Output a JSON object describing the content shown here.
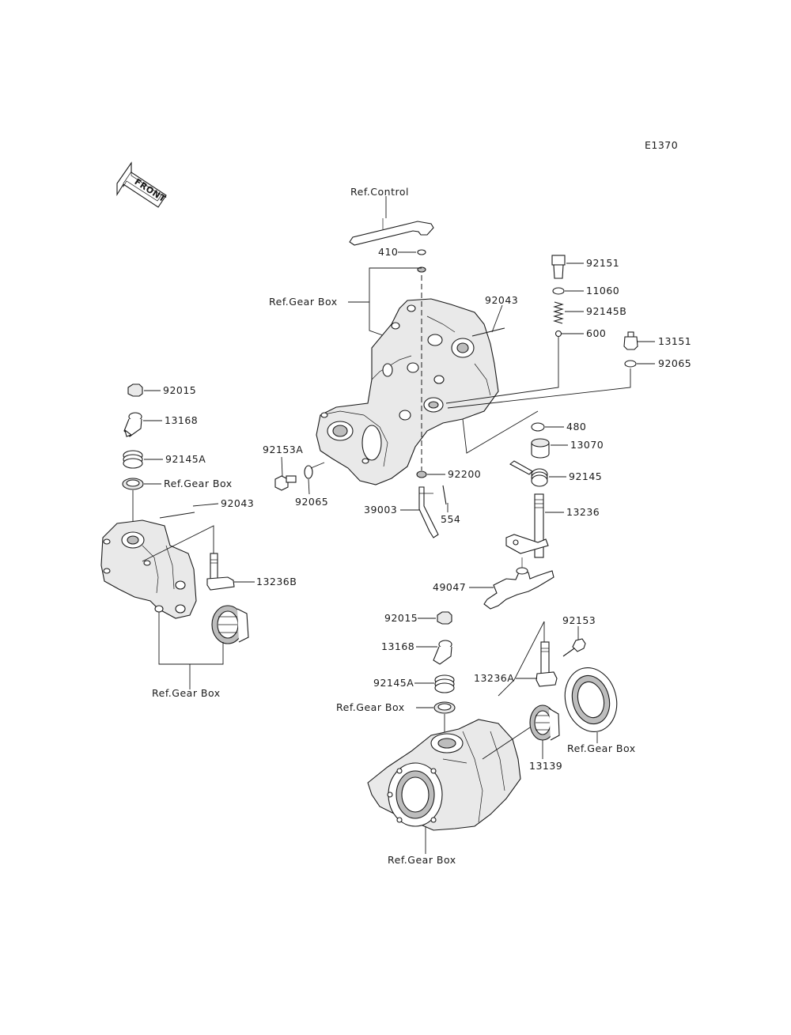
{
  "diagram_id": "E1370",
  "front_label": "FRONT",
  "labels": {
    "ref_control": "Ref.Control",
    "p410": "410",
    "ref_gear_box_1": "Ref.Gear Box",
    "p92043_top": "92043",
    "p92151": "92151",
    "p11060": "11060",
    "p92145b": "92145B",
    "p600": "600",
    "p13151": "13151",
    "p92065_right": "92065",
    "p480": "480",
    "p13070": "13070",
    "p92145": "92145",
    "p13236": "13236",
    "p92153a": "92153A",
    "p92065_left": "92065",
    "p92200": "92200",
    "p39003": "39003",
    "p554": "554",
    "p49047": "49047",
    "l92015": "92015",
    "l13168": "13168",
    "l92145a": "92145A",
    "ref_gear_box_2": "Ref.Gear Box",
    "l92043": "92043",
    "l13236b": "13236B",
    "ref_gear_box_3": "Ref.Gear Box",
    "b92015": "92015",
    "b13168": "13168",
    "b92145a": "92145A",
    "ref_gear_box_4": "Ref.Gear Box",
    "b92153": "92153",
    "b13236a": "13236A",
    "b13139": "13139",
    "ref_gear_box_5": "Ref.Gear Box",
    "ref_gear_box_6": "Ref.Gear Box"
  }
}
